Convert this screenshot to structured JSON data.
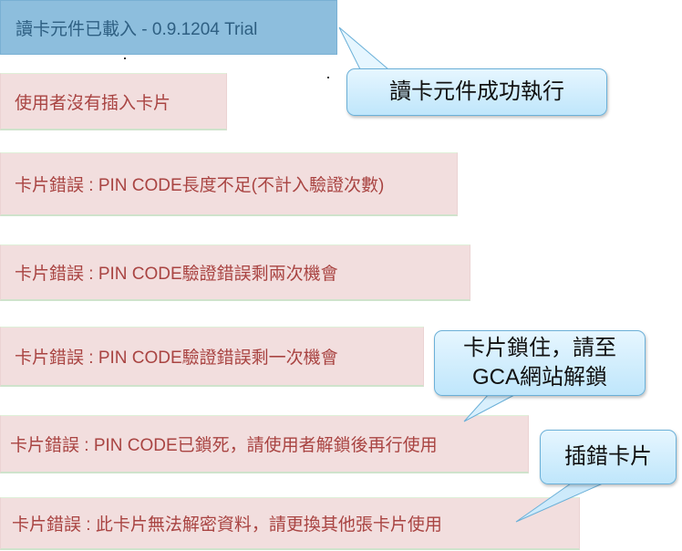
{
  "messages": [
    {
      "kind": "info",
      "text": "讀卡元件已載入 - 0.9.1204 Trial"
    },
    {
      "kind": "error",
      "text": "使用者沒有插入卡片"
    },
    {
      "kind": "error",
      "text": "卡片錯誤 : PIN CODE長度不足(不計入驗證次數)"
    },
    {
      "kind": "error",
      "text": "卡片錯誤 : PIN CODE驗證錯誤剩兩次機會"
    },
    {
      "kind": "error",
      "text": "卡片錯誤 : PIN CODE驗證錯誤剩一次機會"
    },
    {
      "kind": "error",
      "text": "卡片錯誤 : PIN CODE已鎖死，請使用者解鎖後再行使用"
    },
    {
      "kind": "error",
      "text": "卡片錯誤 : 此卡片無法解密資料，請更換其他張卡片使用"
    }
  ],
  "callouts": {
    "loaded_ok": "讀卡元件成功執行",
    "card_locked": "卡片鎖住，請至\nGCA網站解鎖",
    "wrong_card": "插錯卡片"
  },
  "colors": {
    "info_bg": "#8dbedd",
    "info_text": "#2e5f82",
    "error_bg": "#f2dede",
    "error_text": "#a94442",
    "callout_border": "#6bb0d8"
  }
}
